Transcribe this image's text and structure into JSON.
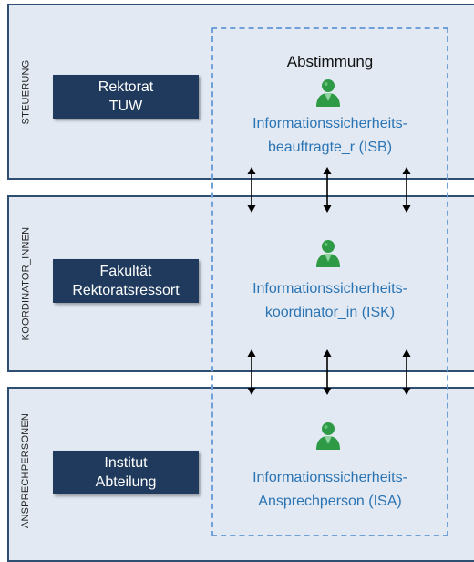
{
  "levels": [
    {
      "label": "STEUERUNG",
      "unit_line1": "Rektorat",
      "unit_line2": "TUW"
    },
    {
      "label": "KOORDINATOR_INNEN",
      "unit_line1": "Fakultät",
      "unit_line2": "Rektoratsressort"
    },
    {
      "label": "ANSPRECHPERSONEN",
      "unit_line1": "Institut",
      "unit_line2": "Abteilung"
    }
  ],
  "coordination_label": "Abstimmung",
  "roles": [
    {
      "line1": "Informationssicherheits-",
      "line2": "beauftragte_r (ISB)"
    },
    {
      "line1": "Informationssicherheits-",
      "line2": "koordinator_in (ISK)"
    },
    {
      "line1": "Informationssicherheits-",
      "line2": "Ansprechperson (ISA)"
    }
  ],
  "colors": {
    "band_fill": "#e2e9f3",
    "band_border": "#2e4f72",
    "unit_fill": "#1f3a5c",
    "role_text": "#2b74b3",
    "dashed_border": "#6fa0d8",
    "person_icon": "#2e9a45"
  },
  "icons": {
    "person": "person-icon",
    "arrow": "double-arrow-icon"
  }
}
